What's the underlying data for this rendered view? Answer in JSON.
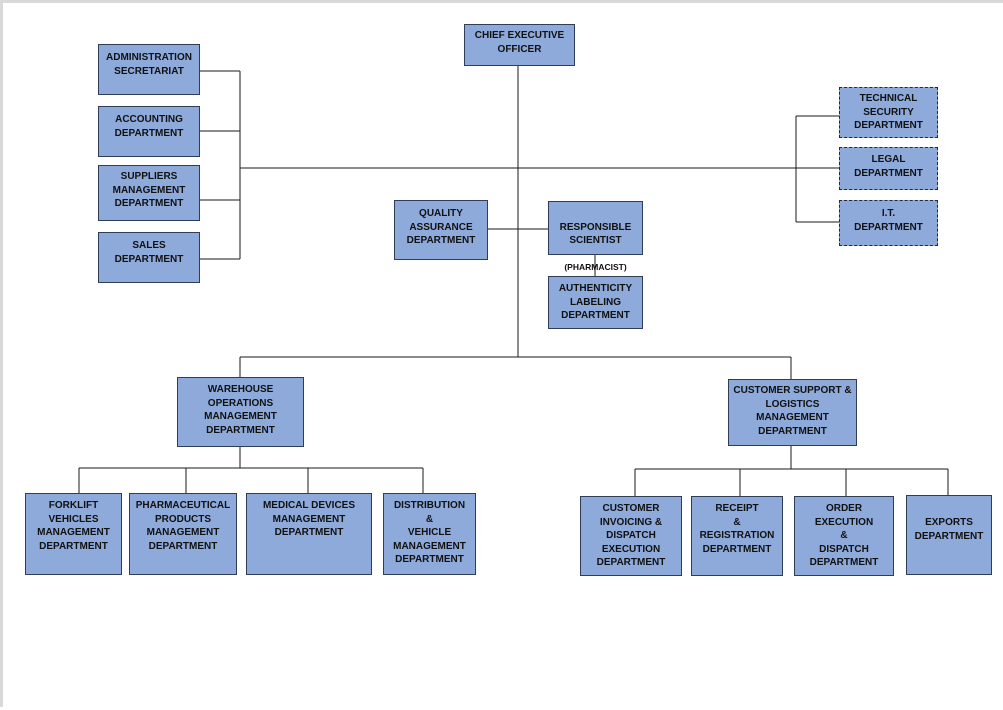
{
  "org_chart": {
    "ceo": "CHIEF EXECUTIVE\nOFFICER",
    "left_staff": {
      "administration": "ADMINISTRATION\nSECRETARIAT",
      "accounting": "ACCOUNTING\nDEPARTMENT",
      "suppliers": "SUPPLIERS\nMANAGEMENT\nDEPARTMENT",
      "sales": "SALES\nDEPARTMENT"
    },
    "right_staff": {
      "technical_security": "TECHNICAL\nSECURITY\nDEPARTMENT",
      "legal": "LEGAL\nDEPARTMENT",
      "it": "I.T.\nDEPARTMENT"
    },
    "center": {
      "quality_assurance": "QUALITY\nASSURANCE\nDEPARTMENT",
      "responsible_scientist": "RESPONSIBLE\nSCIENTIST",
      "responsible_scientist_note": "(PHARMACIST)",
      "authenticity": "AUTHENTICITY\nLABELING\nDEPARTMENT"
    },
    "warehouse": {
      "head": "WAREHOUSE\nOPERATIONS\nMANAGEMENT\nDEPARTMENT",
      "forklift": "FORKLIFT\nVEHICLES\nMANAGEMENT\nDEPARTMENT",
      "pharmaceutical": "PHARMACEUTICAL\nPRODUCTS\nMANAGEMENT\nDEPARTMENT",
      "medical_devices": "MEDICAL DEVICES\nMANAGEMENT\nDEPARTMENT",
      "distribution": "DISTRIBUTION\n&\nVEHICLE\nMANAGEMENT\nDEPARTMENT"
    },
    "customer_support": {
      "head": "CUSTOMER SUPPORT &\nLOGISTICS\nMANAGEMENT\nDEPARTMENT",
      "invoicing": "CUSTOMER\nINVOICING  &\nDISPATCH\nEXECUTION\nDEPARTMENT",
      "receipt": "RECEIPT\n&\nREGISTRATION\nDEPARTMENT",
      "order_execution": "ORDER\nEXECUTION\n&\nDISPATCH\nDEPARTMENT",
      "exports": "EXPORTS\nDEPARTMENT"
    }
  },
  "colors": {
    "box_fill": "#8eaadb",
    "box_border": "#2f3d56",
    "connector": "#1a1a1a"
  }
}
